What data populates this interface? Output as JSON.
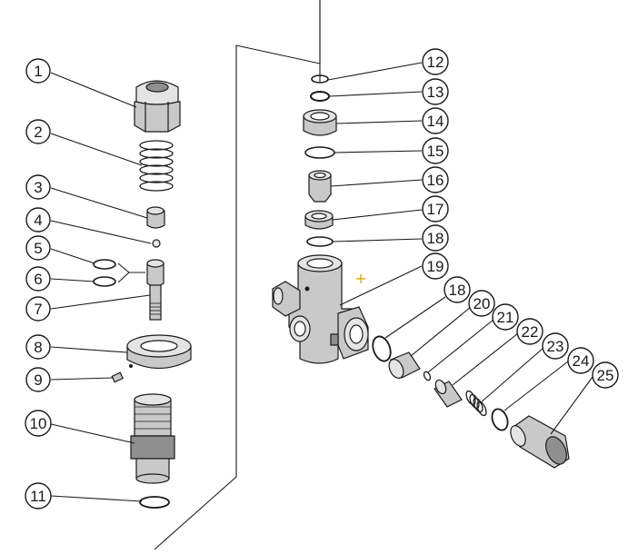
{
  "diagram": {
    "callouts": [
      {
        "id": "callout-1",
        "label": "1"
      },
      {
        "id": "callout-2",
        "label": "2"
      },
      {
        "id": "callout-3",
        "label": "3"
      },
      {
        "id": "callout-4",
        "label": "4"
      },
      {
        "id": "callout-5",
        "label": "5"
      },
      {
        "id": "callout-6",
        "label": "6"
      },
      {
        "id": "callout-7",
        "label": "7"
      },
      {
        "id": "callout-8",
        "label": "8"
      },
      {
        "id": "callout-9",
        "label": "9"
      },
      {
        "id": "callout-10",
        "label": "10"
      },
      {
        "id": "callout-11",
        "label": "11"
      },
      {
        "id": "callout-12",
        "label": "12"
      },
      {
        "id": "callout-13",
        "label": "13"
      },
      {
        "id": "callout-14",
        "label": "14"
      },
      {
        "id": "callout-15",
        "label": "15"
      },
      {
        "id": "callout-16",
        "label": "16"
      },
      {
        "id": "callout-17",
        "label": "17"
      },
      {
        "id": "callout-18a",
        "label": "18"
      },
      {
        "id": "callout-19",
        "label": "19"
      },
      {
        "id": "callout-18b",
        "label": "18"
      },
      {
        "id": "callout-20",
        "label": "20"
      },
      {
        "id": "callout-21",
        "label": "21"
      },
      {
        "id": "callout-22",
        "label": "22"
      },
      {
        "id": "callout-23",
        "label": "23"
      },
      {
        "id": "callout-24",
        "label": "24"
      },
      {
        "id": "callout-25",
        "label": "25"
      }
    ],
    "colors": {
      "outline": "#1a1a1a",
      "metal": "#c9c9c9",
      "metal_light": "#e4e4e4",
      "metal_dark": "#8f8f8f",
      "cursor_mark": "#e0a800"
    }
  }
}
